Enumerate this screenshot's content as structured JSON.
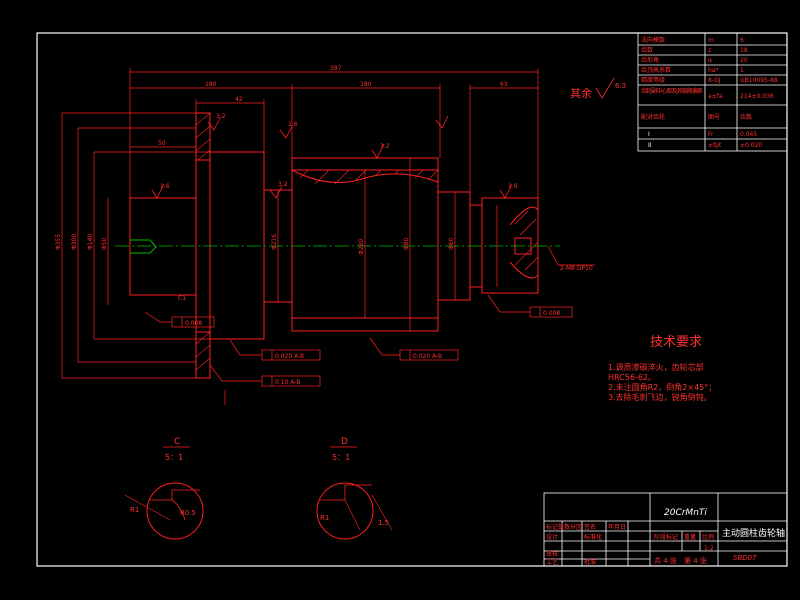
{
  "colors": {
    "background": "#000000",
    "frame": "#ffffff",
    "part": "#ff2020",
    "dimension": "#ff2020",
    "centerline": "#00c000",
    "text_white": "#ffffff",
    "text_red": "#ff3030"
  },
  "param_table": [
    [
      "法向模数",
      "m",
      "6"
    ],
    [
      "齿数",
      "z",
      "18"
    ],
    [
      "齿形角",
      "α",
      "20"
    ],
    [
      "齿顶高系数",
      "ha*",
      "1"
    ],
    [
      "精度等级",
      "8-GJ",
      "GB10095-88"
    ],
    [
      "齿轮副中心距及其极限偏差",
      "a±fa",
      "214±0.036"
    ],
    [
      "配对齿轮",
      "图号",
      "齿数"
    ]
  ],
  "param_table_lower": [
    [
      "I",
      "Fr",
      "0.045"
    ],
    [
      "II",
      "±fpt",
      "±0.020"
    ]
  ],
  "dims": {
    "overall_length": "387",
    "d1": "180",
    "d2": "42",
    "d3": "180",
    "d4": "63",
    "d5": "50",
    "chamfer": "C1",
    "thread": "2-M8 DP10"
  },
  "roughness": {
    "r1": "1.6",
    "r2": "3.2",
    "r3": "1.6",
    "r4": "6.3",
    "r5": "3.2",
    "r6": "3.2",
    "r7": "1.6",
    "other": "其余"
  },
  "tolerances": {
    "t1": "0.008",
    "t2": "0.020 A-B",
    "t3": "0.10 A-B",
    "t4": "0.020 A-B",
    "t5": "0.008"
  },
  "diameters": {
    "phi_left_outer": "Φ355",
    "phi_left_mid": "Φ300",
    "phi_left_inner": "Φ140",
    "phi_left_small": "Φ50",
    "phi_body": "Φ280",
    "phi_body2": "Φ216",
    "phi_gear": "Φ80",
    "phi_right": "Φ60"
  },
  "tech_req": {
    "title": "技术要求",
    "lines": [
      "1.调质渗碳淬火，齿轮芯部",
      "HRC56-62。",
      "2.未注圆角R2，倒角2×45°；",
      "3.去除毛刺飞边，锐角倒钝。"
    ]
  },
  "views": {
    "c_label": "C",
    "c_scale": "5：1",
    "d_label": "D",
    "d_scale": "5：1",
    "c_dim1": "R1",
    "c_dim2": "R0.5",
    "d_dim1": "R1",
    "d_dim2": "1.5"
  },
  "title_block": {
    "material": "20CrMnTi",
    "part_name": "主动圆柱齿轮轴",
    "drawing_no": "SBD07",
    "scale": "1:2",
    "sheet": "共 4 张",
    "sheet_no": "第 4 张",
    "row_labels": [
      "标记处数分区",
      "设计",
      "审核",
      "工艺"
    ],
    "col_labels": [
      "阶段标记",
      "重量",
      "比例"
    ],
    "sign_label": "签名",
    "date_label": "年月日",
    "standard_label": "标准化",
    "approve_label": "批准"
  }
}
